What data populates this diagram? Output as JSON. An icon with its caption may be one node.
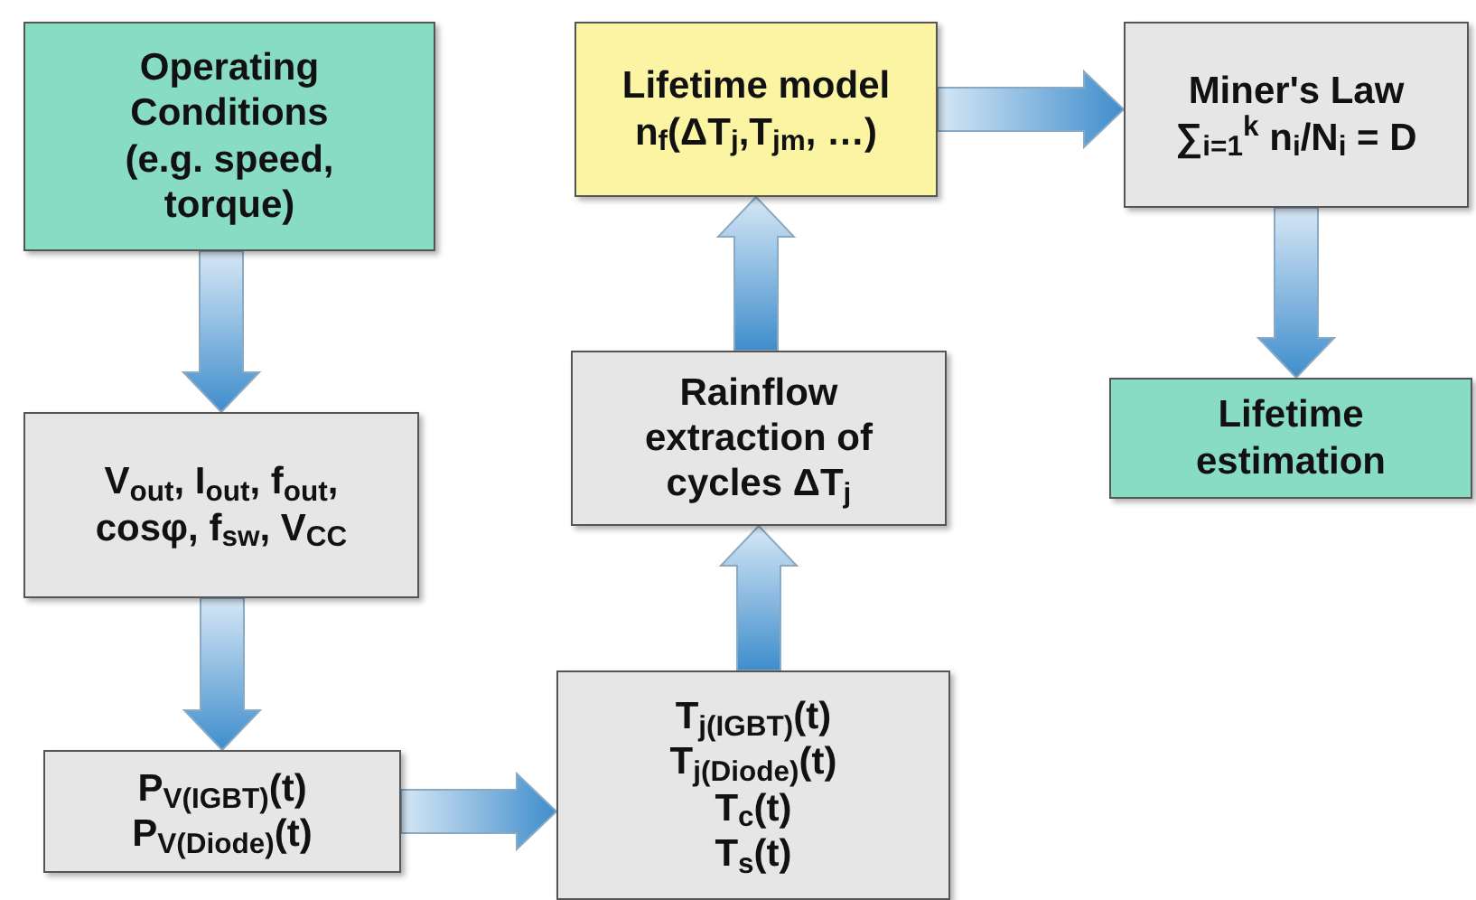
{
  "diagram": {
    "nodes": [
      {
        "text": [
          "Operating Conditions (e.g. speed, torque)"
        ]
      },
      {
        "text": [
          "V$_{out}$, I$_{out}$, f$_{out}$, cosφ, f$_{sw}$, V$_{CC}$"
        ]
      },
      {
        "text": [
          "P$_{V(IGBT)}$(t)",
          "P$_{V(Diode)}$(t)"
        ]
      },
      {
        "text": [
          "T$_{j(IGBT)}$(t)",
          "T$_{j(Diode)}$(t)",
          "T$_{c}$(t)",
          "T$_{s}$(t)"
        ]
      },
      {
        "text": [
          "Rainflow extraction of cycles ΔT$_{j}$"
        ]
      },
      {
        "text": [
          "Lifetime model",
          "n$_{f}$(ΔT$_{j}$,T$_{jm}$, …)"
        ]
      },
      {
        "text": [
          "Miner's Law",
          "∑$_{i=1}$$^{k}$ n$_{i}$/N$_{i}$ = D"
        ]
      },
      {
        "text": [
          "Lifetime estimation"
        ]
      }
    ],
    "edges": [
      {
        "from": 0,
        "to": 1,
        "arrow": "to"
      },
      {
        "from": 1,
        "to": 2,
        "arrow": "to"
      },
      {
        "from": 2,
        "to": 3,
        "arrow": "to"
      },
      {
        "from": 3,
        "to": 4,
        "arrow": "to"
      },
      {
        "from": 4,
        "to": 5,
        "arrow": "to"
      },
      {
        "from": 5,
        "to": 6,
        "arrow": "to"
      },
      {
        "from": 6,
        "to": 7,
        "arrow": "to"
      }
    ]
  }
}
